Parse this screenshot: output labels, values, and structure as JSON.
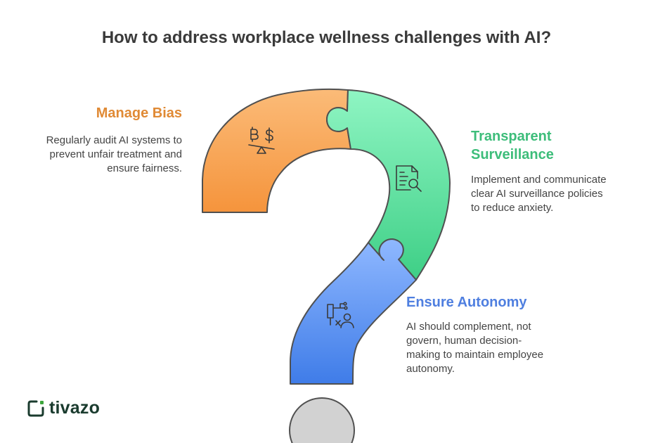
{
  "title": "How to address workplace wellness challenges with AI?",
  "sections": [
    {
      "id": "bias",
      "heading": "Manage Bias",
      "description": "Regularly audit AI systems to prevent unfair treatment and ensure fairness.",
      "color": "#e08a35",
      "icon": "balance-scale-icon"
    },
    {
      "id": "surveillance",
      "heading": "Transparent Surveillance",
      "description": "Implement and communicate clear AI surveillance policies to reduce anxiety.",
      "color": "#3dbd7a",
      "icon": "document-search-icon"
    },
    {
      "id": "autonomy",
      "heading": "Ensure Autonomy",
      "description": "AI should complement, not govern, human decision-making to maintain employee autonomy.",
      "color": "#4f7fe0",
      "icon": "person-decision-icon"
    }
  ],
  "logo": {
    "text": "tivazo",
    "color": "#3ca63c"
  }
}
